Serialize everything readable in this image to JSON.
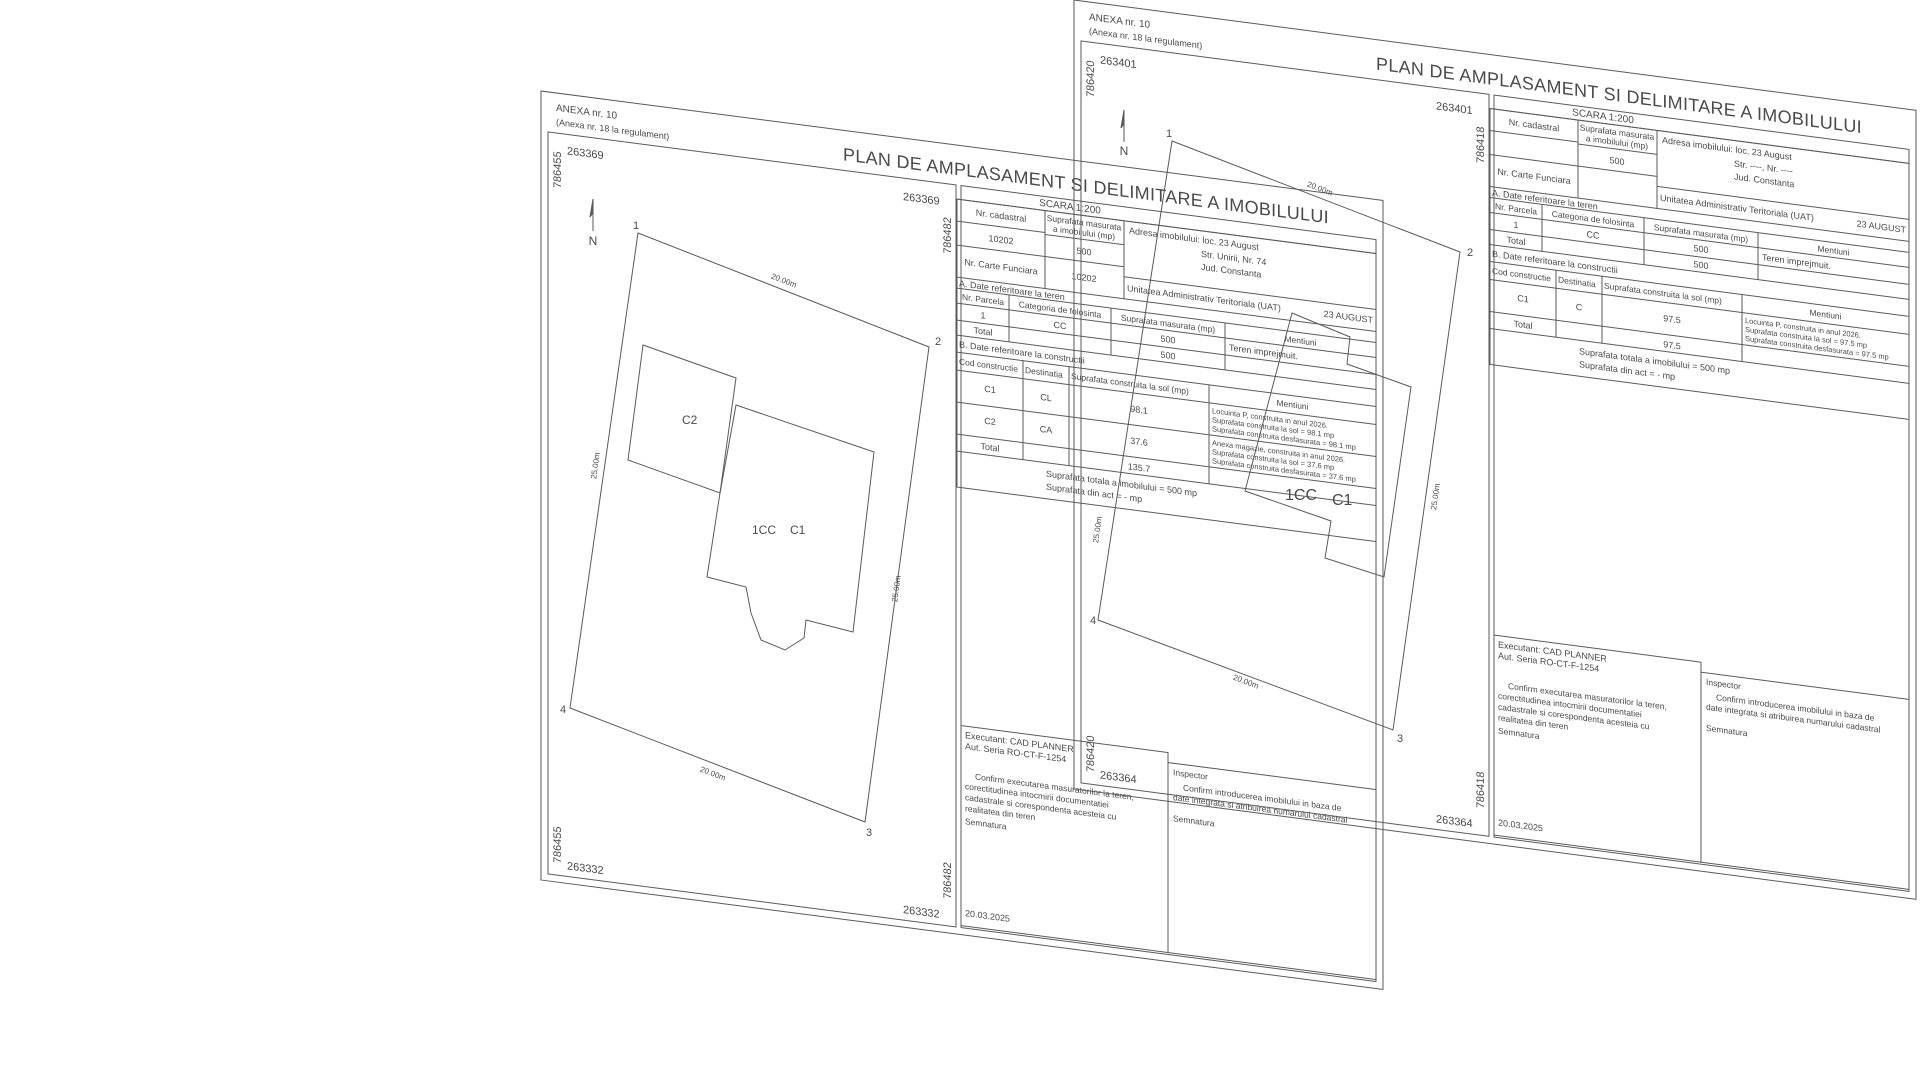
{
  "colors": {
    "background": "#ffffff",
    "line": "#5a5a5a",
    "text": "#4a4a4a"
  },
  "sheets": [
    {
      "annex": "ANEXA nr. 10",
      "annex_ref": "(Anexa nr. 18 la regulament)",
      "title": "PLAN DE AMPLASAMENT SI DELIMITARE A IMOBILULUI",
      "scale": "SCARA 1:200",
      "coords": {
        "tl": "263369",
        "tr": "263369",
        "bl": "263332",
        "br": "263332",
        "lt": "786455",
        "lb": "786455",
        "rt": "786482",
        "rb": "786482"
      },
      "table": {
        "nr_cadastral_label": "Nr. cadastral",
        "nr_cadastral": "10202",
        "area_label_1": "Suprafata masurata",
        "area_label_2": "a imobilului (mp)",
        "area": "500",
        "cf_label": "Nr. Carte Funciara",
        "cf": "10202",
        "address_1": "Adresa imobilului: loc. 23 August",
        "address_2": "Str. Unirii, Nr. 74",
        "address_3": "Jud. Constanta",
        "uat_label": "Unitatea Administrativ Teritoriala (UAT)",
        "uat": "23 AUGUST",
        "land_heading": "A. Date referitoare la teren",
        "land_headers": [
          "Nr. Parcela",
          "Categoria de folosinta",
          "Suprafata masurata (mp)",
          "Mentiuni"
        ],
        "land_rows": [
          [
            "1",
            "CC",
            "500",
            "Teren imprejmuit."
          ],
          [
            "Total",
            "",
            "500",
            ""
          ]
        ],
        "build_heading": "B. Date referitoare la constructii",
        "build_headers": [
          "Cod constructie",
          "Destinatia",
          "Suprafata construita la sol (mp)",
          "Mentiuni"
        ],
        "build_rows": [
          {
            "code": "C1",
            "dest": "CL",
            "area": "98.1",
            "notes": [
              "Locuinta P, construita in anul 2026.",
              "Suprafata construita la sol = 98.1 mp",
              "Suprafata construita desfasurata = 98.1 mp"
            ]
          },
          {
            "code": "C2",
            "dest": "CA",
            "area": "37.6",
            "notes": [
              "Anexa magazie, construita in anul 2026.",
              "Suprafata construita la sol = 37.6 mp",
              "Suprafata construita desfasurata = 37.6 mp"
            ]
          }
        ],
        "build_total": [
          "Total",
          "",
          "135.7"
        ],
        "total_area": "Suprafata totala a imobilului = 500 mp",
        "act_area": "Suprafata din act = - mp"
      },
      "executant": {
        "lines": [
          "Executant: CAD PLANNER",
          "Aut. Seria RO-CT-F-1254"
        ],
        "confirm": [
          "Confirm executarea masuratorilor la teren,",
          "corectitudinea intocmirii documentatiei",
          "cadastrale si corespondenta acesteia cu",
          "realitatea din teren"
        ],
        "signature": "Semnatura",
        "date": "20.03.2025"
      },
      "inspector": {
        "title": "Inspector",
        "confirm": [
          "Confirm introducerea imobilului in baza de",
          "date integrata si atribuirea numarului cadastral"
        ],
        "signature": "Semnatura"
      },
      "plan": {
        "north": "N",
        "vertices": [
          "1",
          "2",
          "3",
          "4"
        ],
        "dims": [
          "20.00m",
          "25.00m",
          "25.00m",
          "20.00m"
        ],
        "buildings": [
          "C2",
          "1CC",
          "C1"
        ]
      }
    },
    {
      "annex": "ANEXA nr. 10",
      "annex_ref": "(Anexa nr. 18 la regulament)",
      "title": "PLAN DE AMPLASAMENT SI DELIMITARE A IMOBILULUI",
      "scale": "SCARA 1:200",
      "coords": {
        "tl": "263401",
        "tr": "263401",
        "bl": "263364",
        "br": "263364",
        "lt": "786420",
        "lb": "786420",
        "rt": "786418",
        "rb": "786418"
      },
      "table": {
        "nr_cadastral_label": "Nr. cadastral",
        "nr_cadastral": "",
        "area_label_1": "Suprafata masurata",
        "area_label_2": "a imobilului (mp)",
        "area": "500",
        "cf_label": "Nr. Carte Funciara",
        "cf": "",
        "address_1": "Adresa imobilului: loc. 23 August",
        "address_2": "Str. ----, Nr. ----",
        "address_3": "Jud. Constanta",
        "uat_label": "Unitatea Administrativ Teritoriala (UAT)",
        "uat": "23 AUGUST",
        "land_heading": "A. Date referitoare la teren",
        "land_headers": [
          "Nr. Parcela",
          "Categoria de folosinta",
          "Suprafata masurata (mp)",
          "Mentiuni"
        ],
        "land_rows": [
          [
            "1",
            "CC",
            "500",
            "Teren imprejmuit."
          ],
          [
            "Total",
            "",
            "500",
            ""
          ]
        ],
        "build_heading": "B. Date referitoare la constructii",
        "build_headers": [
          "Cod constructie",
          "Destinatia",
          "Suprafata construita la sol (mp)",
          "Mentiuni"
        ],
        "build_rows": [
          {
            "code": "C1",
            "dest": "C",
            "area": "97.5",
            "notes": [
              "Locuinta P, construita in anul 2026.",
              "Suprafata construita la sol = 97.5 mp",
              "Suprafata construita desfasurata = 97.5 mp"
            ]
          }
        ],
        "build_total": [
          "Total",
          "",
          "97.5"
        ],
        "total_area": "Suprafata totala a imobilului = 500 mp",
        "act_area": "Suprafata din act = - mp"
      },
      "executant": {
        "lines": [
          "Executant: CAD PLANNER",
          "Aut. Seria RO-CT-F-1254"
        ],
        "confirm": [
          "Confirm executarea masuratorilor la teren,",
          "corectitudinea intocmirii documentatiei",
          "cadastrale si corespondenta acesteia cu",
          "realitatea din teren"
        ],
        "signature": "Semnatura",
        "date": "20.03.2025"
      },
      "inspector": {
        "title": "Inspector",
        "confirm": [
          "Confirm introducerea imobilului in baza de",
          "date integrata si atribuirea numarului cadastral"
        ],
        "signature": "Semnatura"
      },
      "plan": {
        "north": "N",
        "vertices": [
          "1",
          "2",
          "3",
          "4"
        ],
        "dims": [
          "20.00m",
          "25.00m",
          "20.00m",
          "25.00m"
        ],
        "buildings": [
          "1CC",
          "C1"
        ]
      }
    }
  ]
}
